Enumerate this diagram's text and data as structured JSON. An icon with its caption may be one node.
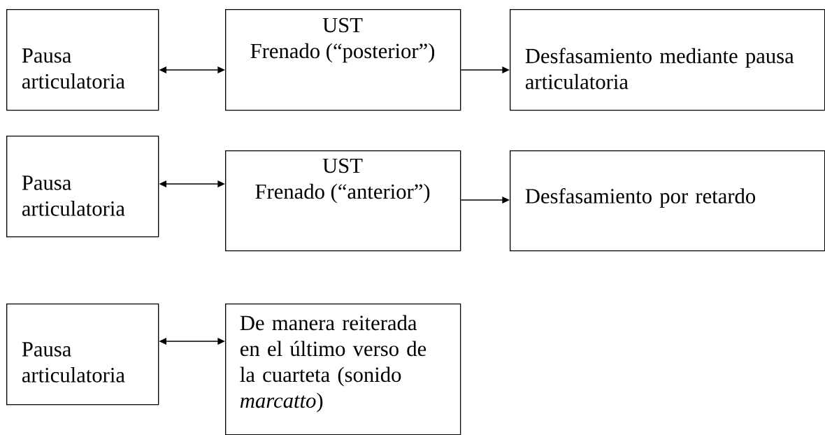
{
  "diagram": {
    "nodes": [
      {
        "text": [
          "Pausa articulatoria"
        ]
      },
      {
        "text": [
          "UST",
          "Frenado (“posterior”)"
        ]
      },
      {
        "text": [
          "Desfasamiento mediante pausa articulatoria"
        ]
      },
      {
        "text": [
          "Pausa articulatoria"
        ]
      },
      {
        "text": [
          "UST",
          "Frenado (“anterior”)"
        ]
      },
      {
        "text": [
          "Desfasamiento por retardo"
        ]
      },
      {
        "text": [
          "Pausa articulatoria"
        ]
      },
      {
        "text": [
          "De manera reiterada en el último verso de la cuarteta (sonido *marcatto*)"
        ]
      }
    ],
    "edges": [
      {
        "from": 0,
        "to": 1,
        "arrow": "both"
      },
      {
        "from": 1,
        "to": 2,
        "arrow": "to"
      },
      {
        "from": 3,
        "to": 4,
        "arrow": "both"
      },
      {
        "from": 4,
        "to": 5,
        "arrow": "to"
      },
      {
        "from": 6,
        "to": 7,
        "arrow": "both"
      }
    ]
  }
}
